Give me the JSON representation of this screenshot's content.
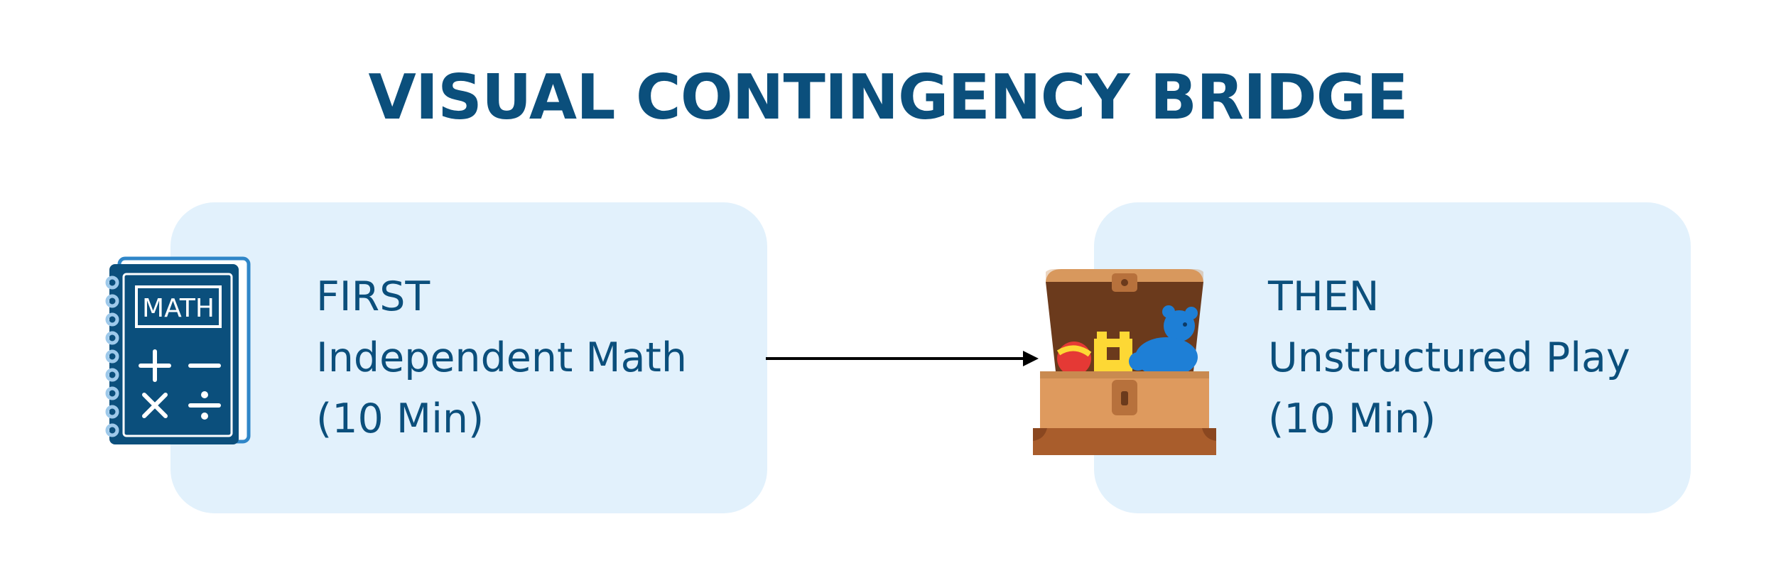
{
  "title": "VISUAL CONTINGENCY BRIDGE",
  "first": {
    "label": "FIRST",
    "activity": "Independent Math",
    "duration": "(10 Min)",
    "icon": "math-notebook-icon",
    "notebook_label": "MATH"
  },
  "then": {
    "label": "THEN",
    "activity": "Unstructured Play",
    "duration": "(10 Min)",
    "icon": "toy-chest-icon"
  },
  "colors": {
    "title": "#0b4f7c",
    "text": "#0b4f7c",
    "card": "#e2f1fc",
    "arrow": "#000000"
  }
}
